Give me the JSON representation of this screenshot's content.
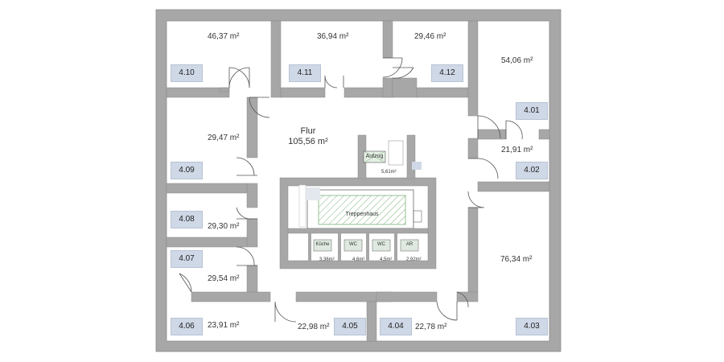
{
  "rooms": {
    "r410": {
      "number": "4.10",
      "area": "46,37 m²"
    },
    "r411": {
      "number": "4.11",
      "area": "36,94 m²"
    },
    "r412": {
      "number": "4.12",
      "area": "29,46 m²"
    },
    "r401": {
      "number": "4.01",
      "area": "54,06 m²"
    },
    "r402": {
      "number": "4.02",
      "area": "21,91 m²"
    },
    "r403": {
      "number": "4.03",
      "area": "76,34 m²"
    },
    "r404": {
      "number": "4.04",
      "area": "22,78 m²"
    },
    "r405": {
      "number": "4.05",
      "area": "22,98 m²"
    },
    "r406": {
      "number": "4.06",
      "area": "23,91 m²"
    },
    "r407": {
      "number": "4.07",
      "area": "29,54 m²"
    },
    "r408": {
      "number": "4.08",
      "area": "29,30 m²"
    },
    "r409": {
      "number": "4.09",
      "area": "29,47 m²"
    }
  },
  "corridor": {
    "name": "Flur",
    "area": "105,56 m²"
  },
  "core": {
    "elevator": "Aufzug",
    "elevator_area": "5,61m²",
    "stairwell": "Treppenhaus",
    "kitchen": "Küche",
    "kitchen_area": "3,36m²",
    "wc1": "WC",
    "wc1_area": "4,6m²",
    "wc2": "WC",
    "wc2_area": "4,5m²",
    "ar": "AR",
    "ar_area": "2,92m²"
  },
  "colors": {
    "wall": "#a7a7a7",
    "wall_edge": "#8a8a8a",
    "room_number_bg": "#cfd8e6",
    "stair_hatch": "#7cb27c"
  }
}
